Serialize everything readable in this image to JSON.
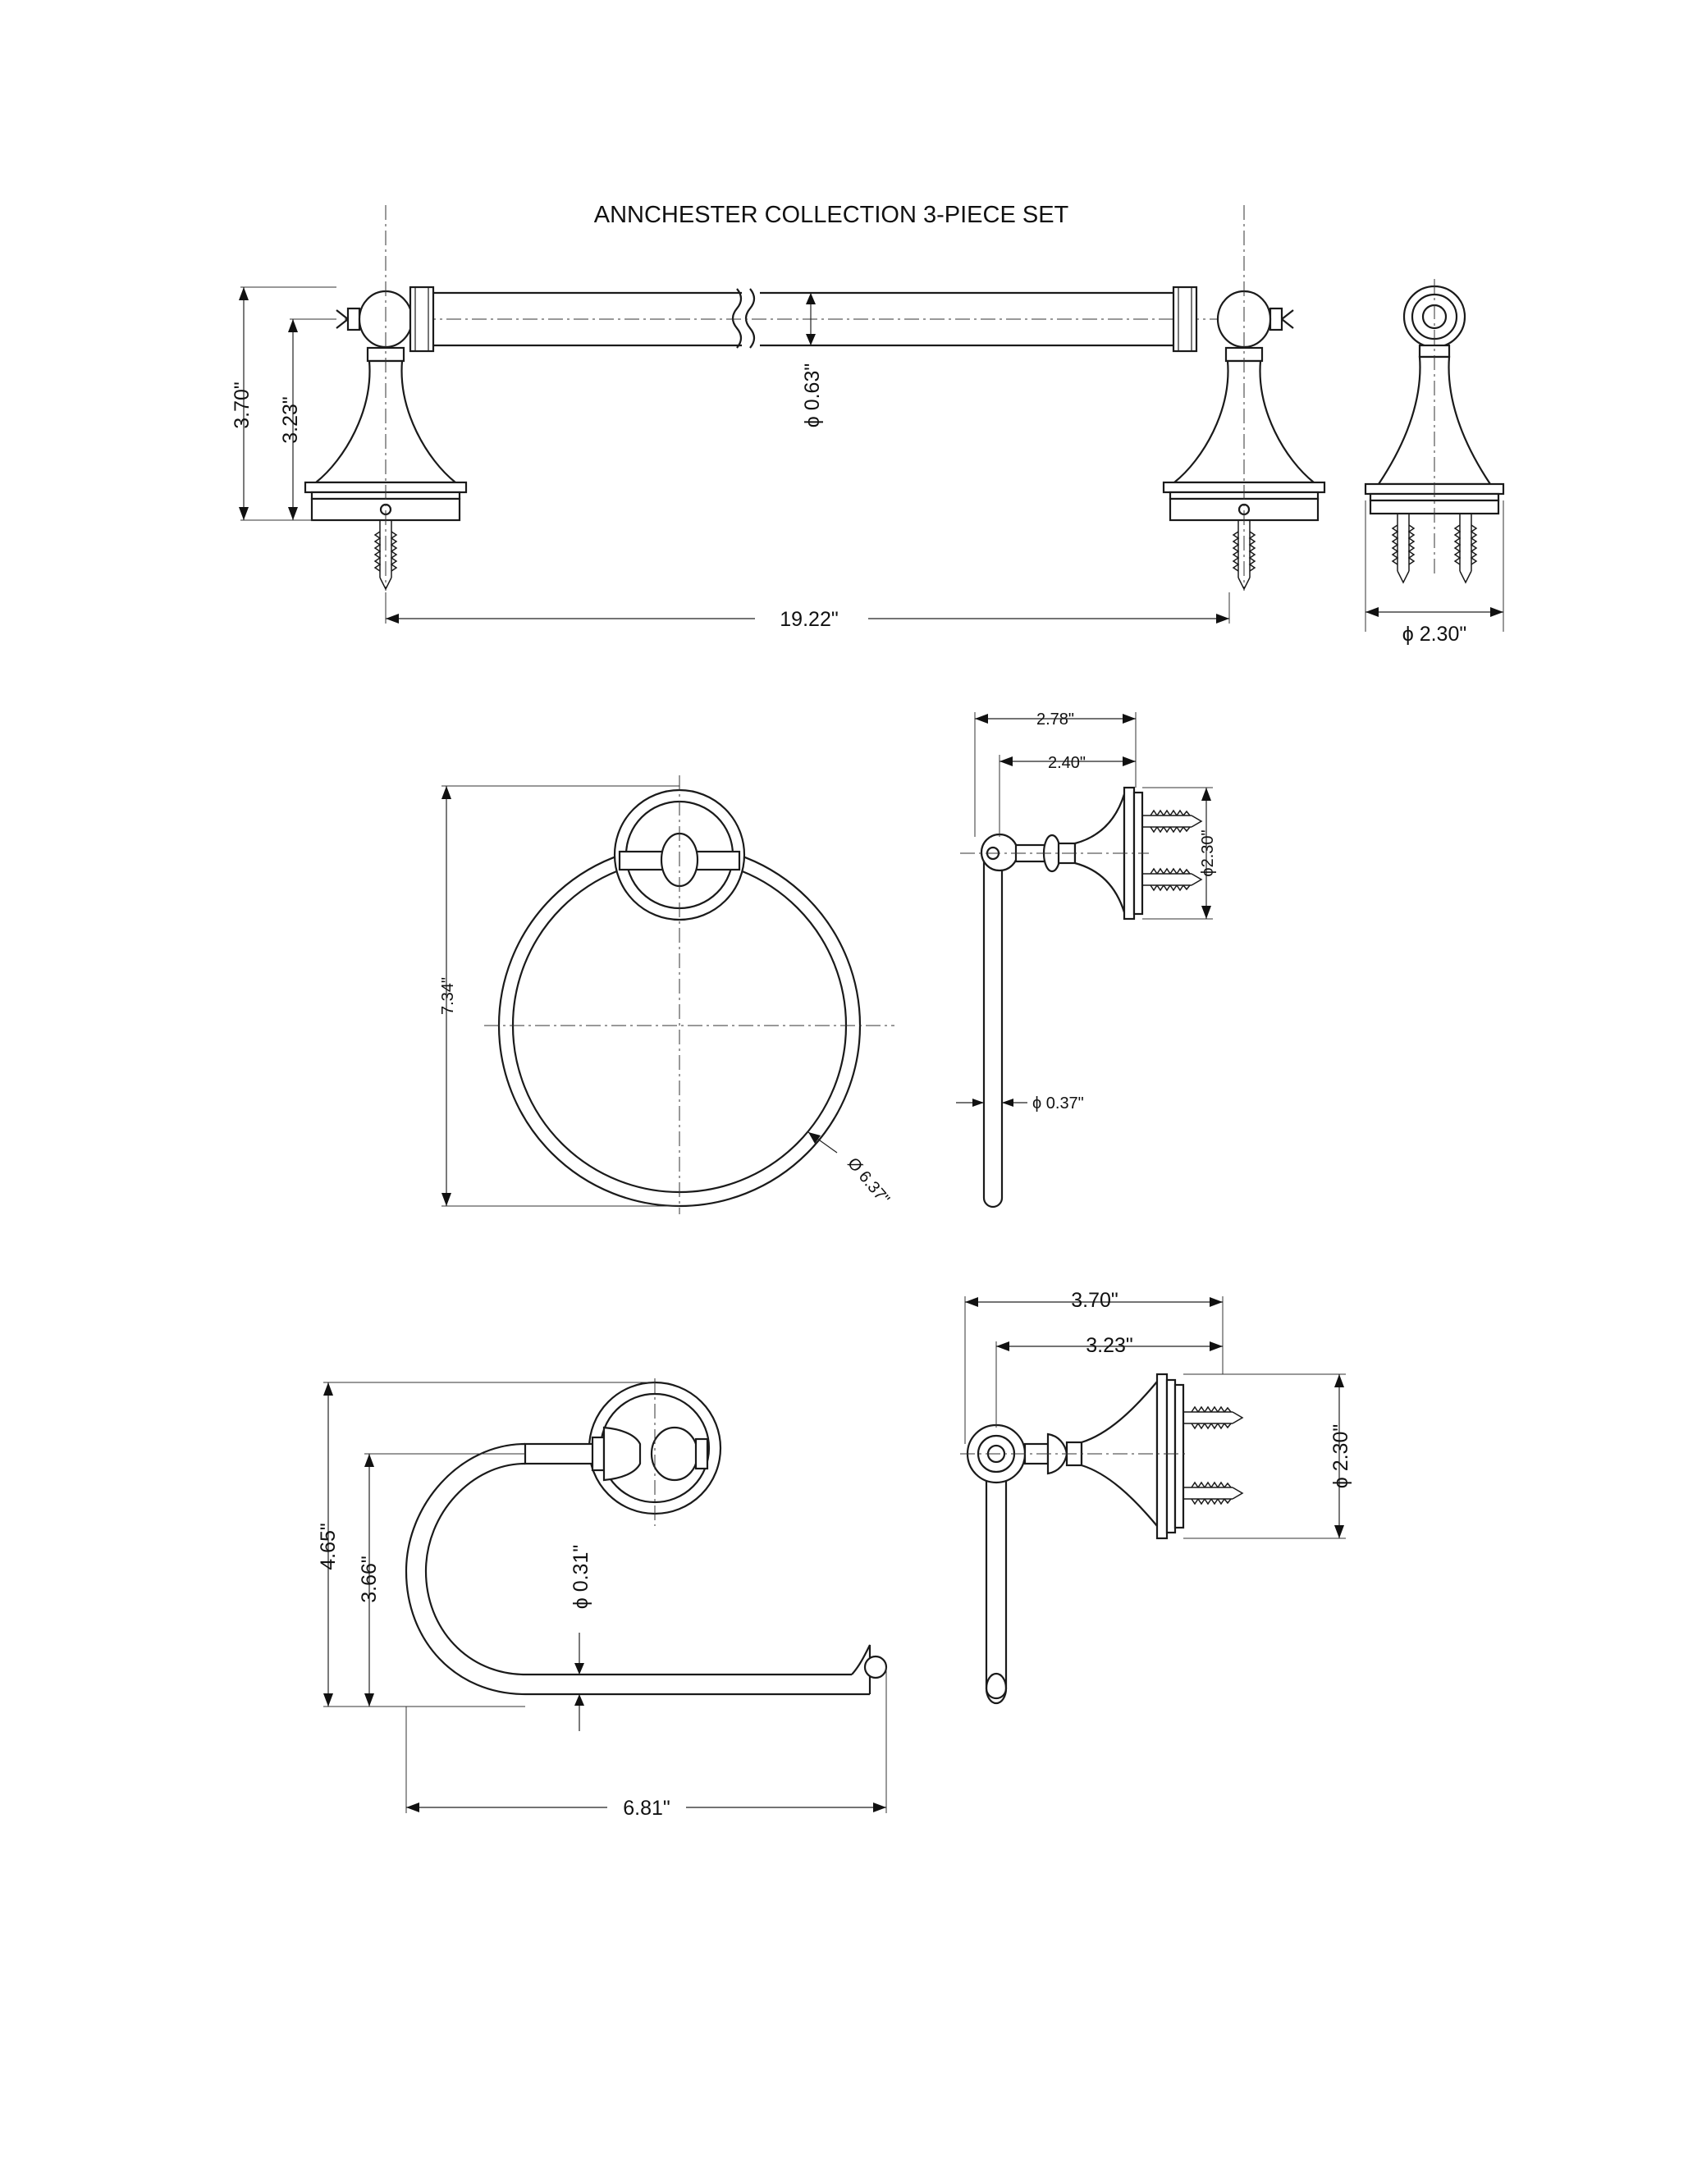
{
  "title": "ANNCHESTER COLLECTION 3-PIECE SET",
  "towel_bar": {
    "height_overall": "3.70\"",
    "height_to_center": "3.23\"",
    "bar_diameter": "ϕ 0.63\"",
    "length": "19.22\"",
    "base_diameter": "ϕ 2.30\""
  },
  "towel_ring": {
    "height": "7.34\"",
    "ring_diameter": "Ø 6.37\"",
    "projection": "2.78\"",
    "projection_to_center": "2.40\"",
    "base_diameter": "ϕ2.30\"",
    "rod_diameter": "ϕ 0.37\""
  },
  "paper_holder": {
    "height_overall": "4.65\"",
    "height_to_bar": "3.66\"",
    "rod_diameter": "ϕ 0.31\"",
    "width": "6.81\"",
    "projection": "3.70\"",
    "projection_to_center": "3.23\"",
    "base_diameter": "ϕ 2.30\""
  }
}
